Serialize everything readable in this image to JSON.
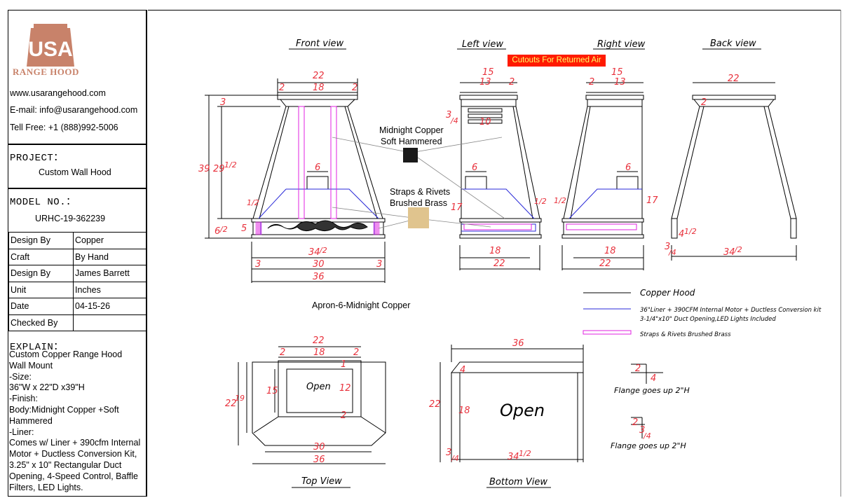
{
  "brand": {
    "logo_letters": "USA",
    "logo_subtitle": "RANGE HOOD",
    "website": "www.usarangehood.com",
    "email": "E-mail: info@usarangehood.com",
    "phone": "Tell Free: +1 (888)992-5006",
    "logo_color": "#c8826a"
  },
  "project": {
    "label": "PROJECT：",
    "value": "Custom Wall Hood"
  },
  "model": {
    "label": "MODEL NO.：",
    "value": "URHC-19-362239"
  },
  "spec_table": [
    {
      "key": "Design By",
      "value": "Copper"
    },
    {
      "key": "Craft",
      "value": "By Hand"
    },
    {
      "key": "Design By",
      "value": "James Barrett"
    },
    {
      "key": "Unit",
      "value": "Inches"
    },
    {
      "key": "Date",
      "value": "04-15-26"
    },
    {
      "key": "Checked By",
      "value": ""
    }
  ],
  "explain": {
    "label": "EXPLAIN：",
    "lines": [
      "Custom Copper Range Hood",
      "Wall Mount",
      "-Size:",
      "36\"W x 22\"D x39\"H",
      "-Finish:",
      "Body:Midnight Copper +Soft",
      "Hammered",
      "-Liner:",
      "Comes w/ Liner + 390cfm Internal",
      "Motor + Ductless Conversion Kit,",
      "3.25\" x 10\" Rectangular Duct",
      "Opening, 4-Speed Control, Baffle",
      "Filters, LED Lights."
    ]
  },
  "views": {
    "front": "Front view",
    "left": "Left view",
    "right": "Right view",
    "back": "Back view",
    "top": "Top View",
    "bottom": "Bottom View"
  },
  "callouts": {
    "cutouts": "Cutouts For Returned Air",
    "finish_line1": "Midnight Copper",
    "finish_line2": "Soft Hammered",
    "straps_line1": "Straps & Rivets",
    "straps_line2": "Brushed Brass",
    "apron": "Apron-6-Midnight Copper",
    "open_top": "Open",
    "open_bottom": "Open",
    "flange1": "Flange goes up 2\"H",
    "flange2": "Flange goes up 2\"H"
  },
  "legend": [
    {
      "label": "Copper Hood",
      "style": "copper"
    },
    {
      "label": "36\"Liner + 390CFM Internal Motor + Ductless Conversion kit",
      "style": "liner"
    },
    {
      "label": "3-1/4\"x10\" Duct Opening,LED Lights Included",
      "style": "liner-cont"
    },
    {
      "label": "Straps & Rivets Brushed Brass",
      "style": "straps"
    }
  ],
  "dimensions": {
    "front": {
      "top_w": "22",
      "inner_w": "18",
      "side": "2",
      "side_r": "2",
      "height": "39",
      "body_h": "29",
      "body_h_frac": "1/2",
      "top_band": "3",
      "duct_w": "6",
      "lower_frac": "1/2",
      "apron_h_whole": "6",
      "apron_h_frac": "/2",
      "apron_h": "5",
      "bottom_w_whole": "34",
      "bottom_w_frac": "/2",
      "bottom_w": "30",
      "total_w": "36",
      "edge_l": "3",
      "edge_r": "3"
    },
    "left": {
      "top_d": "15",
      "inner_d": "13",
      "side": "2",
      "vent_h": "3",
      "vent_frac": "/4",
      "vent_w": "10",
      "duct_w": "6",
      "frac": "1/2",
      "depth": "17",
      "bottom_d": "18",
      "total_d": "22"
    },
    "right": {
      "top_d": "15",
      "inner_d": "13",
      "side": "2",
      "duct_w": "6",
      "frac": "1/2",
      "depth": "17",
      "bottom_d": "18",
      "total_d": "22"
    },
    "back": {
      "top_w": "22",
      "side": "2",
      "flange_whole": "4",
      "flange_frac": "1/2",
      "edge": "3",
      "edge_frac": "/4",
      "bottom_w_whole": "34",
      "bottom_w_frac": "/2"
    },
    "top": {
      "top_w": "22",
      "inner_w": "18",
      "side_l": "2",
      "side_r": "2",
      "depth": "22",
      "depth2": "19",
      "inner_d": "15",
      "inner_d2": "12",
      "base_side": "2",
      "inner_bottom": "30",
      "total_w": "36",
      "top_side": "1"
    },
    "bottom": {
      "total_w": "36",
      "depth": "22",
      "inner": "18",
      "side": "4",
      "flange_a": "2",
      "flange_b": "4",
      "flange_c": "2",
      "flange_d": "3",
      "flange_d_frac": "/4",
      "edge": "3",
      "edge_frac": "/4",
      "bottom_w_whole": "34",
      "bottom_w_frac": "1/2"
    }
  },
  "colors": {
    "dimension": "#e8313c",
    "liner": "#2a2ad8",
    "straps": "#e020e0",
    "banner_bg": "#ff1a00",
    "banner_fg": "#ffff66",
    "brass_swatch": "#e0c48e",
    "copper_swatch": "#1a1a1a"
  }
}
